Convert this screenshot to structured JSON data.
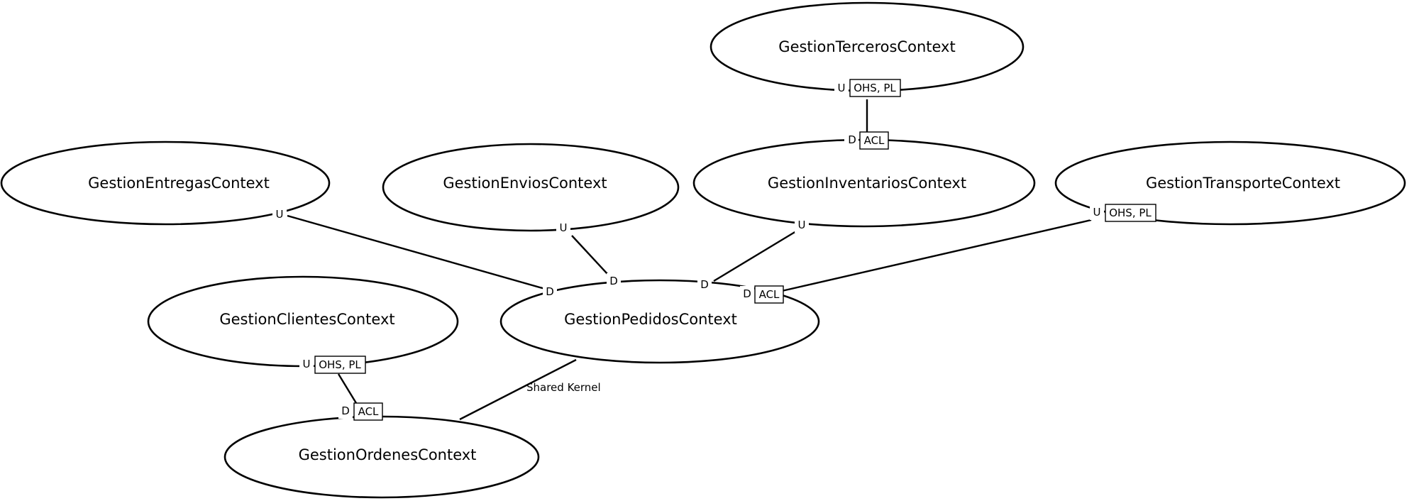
{
  "contexts": {
    "terceros": {
      "name": "GestionTercerosContext"
    },
    "entregas": {
      "name": "GestionEntregasContext"
    },
    "envios": {
      "name": "GestionEnviosContext"
    },
    "inventarios": {
      "name": "GestionInventariosContext"
    },
    "transporte": {
      "name": "GestionTransporteContext"
    },
    "clientes": {
      "name": "GestionClientesContext"
    },
    "pedidos": {
      "name": "GestionPedidosContext"
    },
    "ordenes": {
      "name": "GestionOrdenesContext"
    }
  },
  "relationships": [
    {
      "id": "terceros-inventarios",
      "upstream": "GestionTercerosContext",
      "downstream": "GestionInventariosContext",
      "upstream_role": "U",
      "upstream_pattern": "OHS, PL",
      "downstream_role": "D",
      "downstream_pattern": "ACL"
    },
    {
      "id": "entregas-pedidos",
      "upstream": "GestionEntregasContext",
      "downstream": "GestionPedidosContext",
      "upstream_role": "U",
      "upstream_pattern": "",
      "downstream_role": "D",
      "downstream_pattern": ""
    },
    {
      "id": "envios-pedidos",
      "upstream": "GestionEnviosContext",
      "downstream": "GestionPedidosContext",
      "upstream_role": "U",
      "upstream_pattern": "",
      "downstream_role": "D",
      "downstream_pattern": ""
    },
    {
      "id": "inventarios-pedidos",
      "upstream": "GestionInventariosContext",
      "downstream": "GestionPedidosContext",
      "upstream_role": "U",
      "upstream_pattern": "",
      "downstream_role": "D",
      "downstream_pattern": ""
    },
    {
      "id": "transporte-pedidos",
      "upstream": "GestionTransporteContext",
      "downstream": "GestionPedidosContext",
      "upstream_role": "U",
      "upstream_pattern": "OHS, PL",
      "downstream_role": "D",
      "downstream_pattern": "ACL"
    },
    {
      "id": "clientes-ordenes",
      "upstream": "GestionClientesContext",
      "downstream": "GestionOrdenesContext",
      "upstream_role": "U",
      "upstream_pattern": "OHS, PL",
      "downstream_role": "D",
      "downstream_pattern": "ACL"
    },
    {
      "id": "pedidos-ordenes",
      "between": [
        "GestionPedidosContext",
        "GestionOrdenesContext"
      ],
      "label": "Shared Kernel"
    }
  ]
}
